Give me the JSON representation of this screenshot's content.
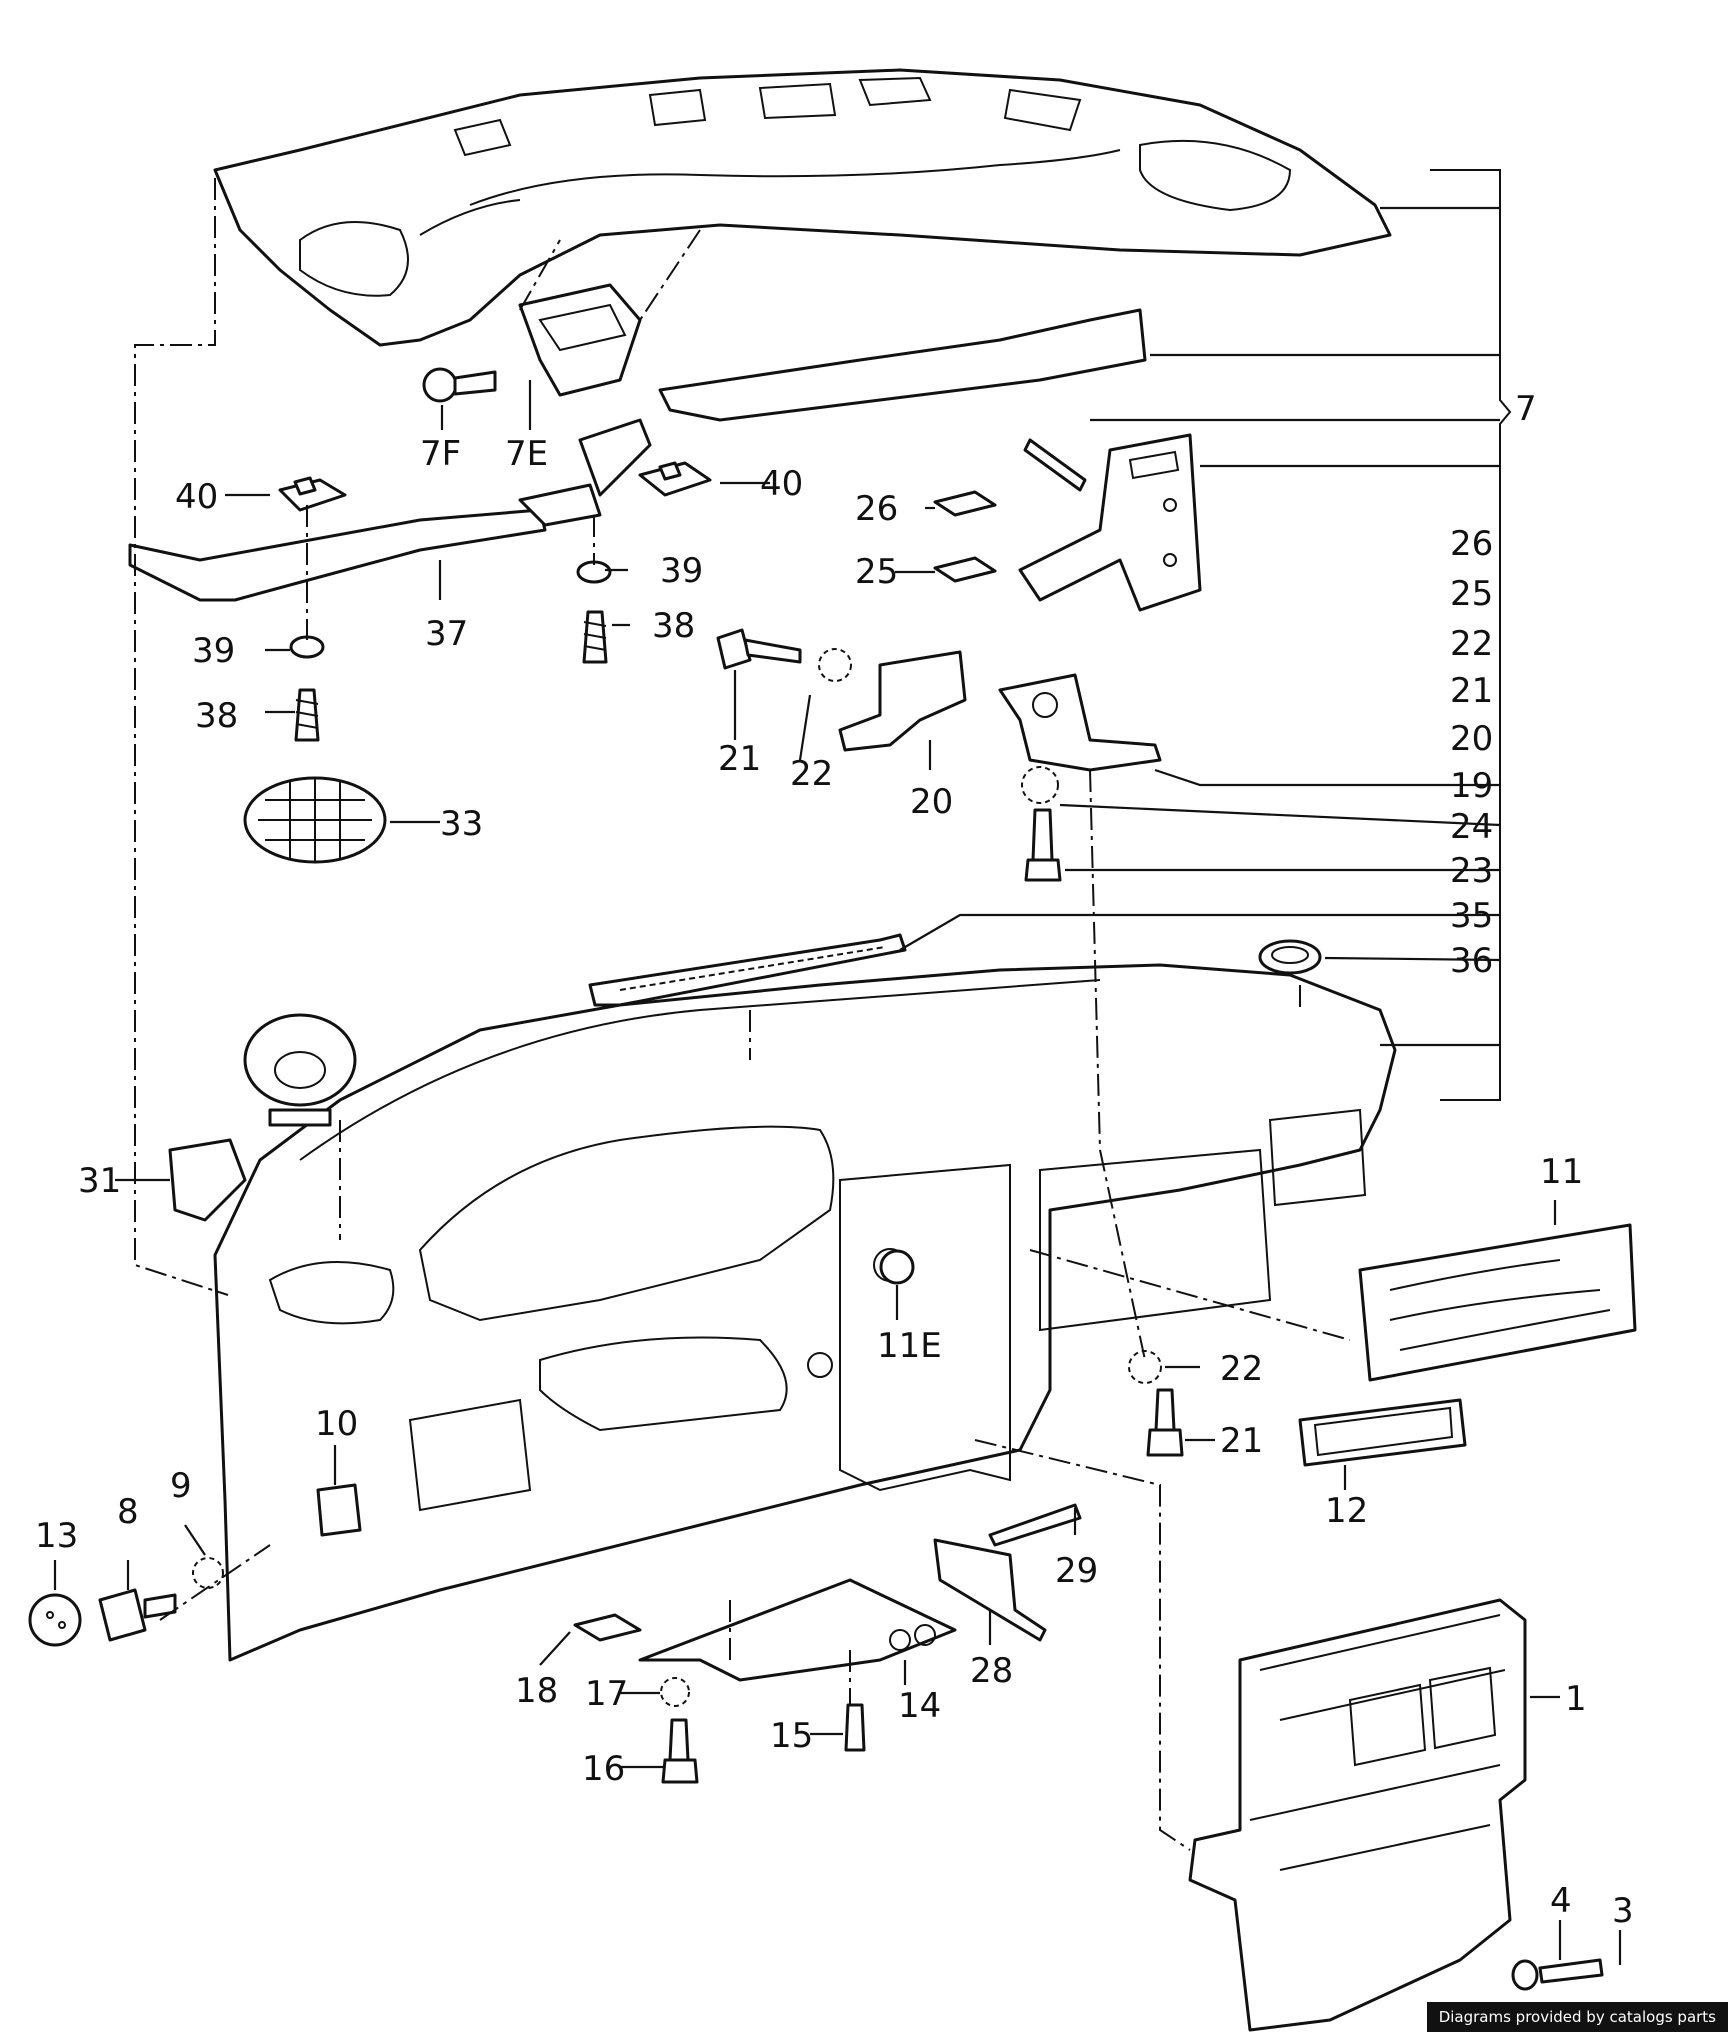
{
  "labels": {
    "l7f": "7F",
    "l7e": "7E",
    "l7": "7",
    "l40a": "40",
    "l40b": "40",
    "l26a": "26",
    "l25a": "25",
    "l39a": "39",
    "l38a": "38",
    "l39b": "39",
    "l38b": "38",
    "l37": "37",
    "l21a": "21",
    "l22a": "22",
    "l20a": "20",
    "l19": "19",
    "l24": "24",
    "l23": "23",
    "l33": "33",
    "l35": "35",
    "l36": "36",
    "b26": "26",
    "b25": "25",
    "b22": "22",
    "b21": "21",
    "b20": "20",
    "l31": "31",
    "l11": "11",
    "l11e": "11E",
    "l22b": "22",
    "l21b": "21",
    "l12": "12",
    "l10": "10",
    "l13": "13",
    "l8": "8",
    "l9": "9",
    "l29": "29",
    "l28": "28",
    "l18": "18",
    "l17": "17",
    "l14": "14",
    "l15": "15",
    "l16": "16",
    "l1": "1",
    "l4": "4",
    "l3": "3"
  },
  "credit": "Diagrams provided by catalogs parts"
}
